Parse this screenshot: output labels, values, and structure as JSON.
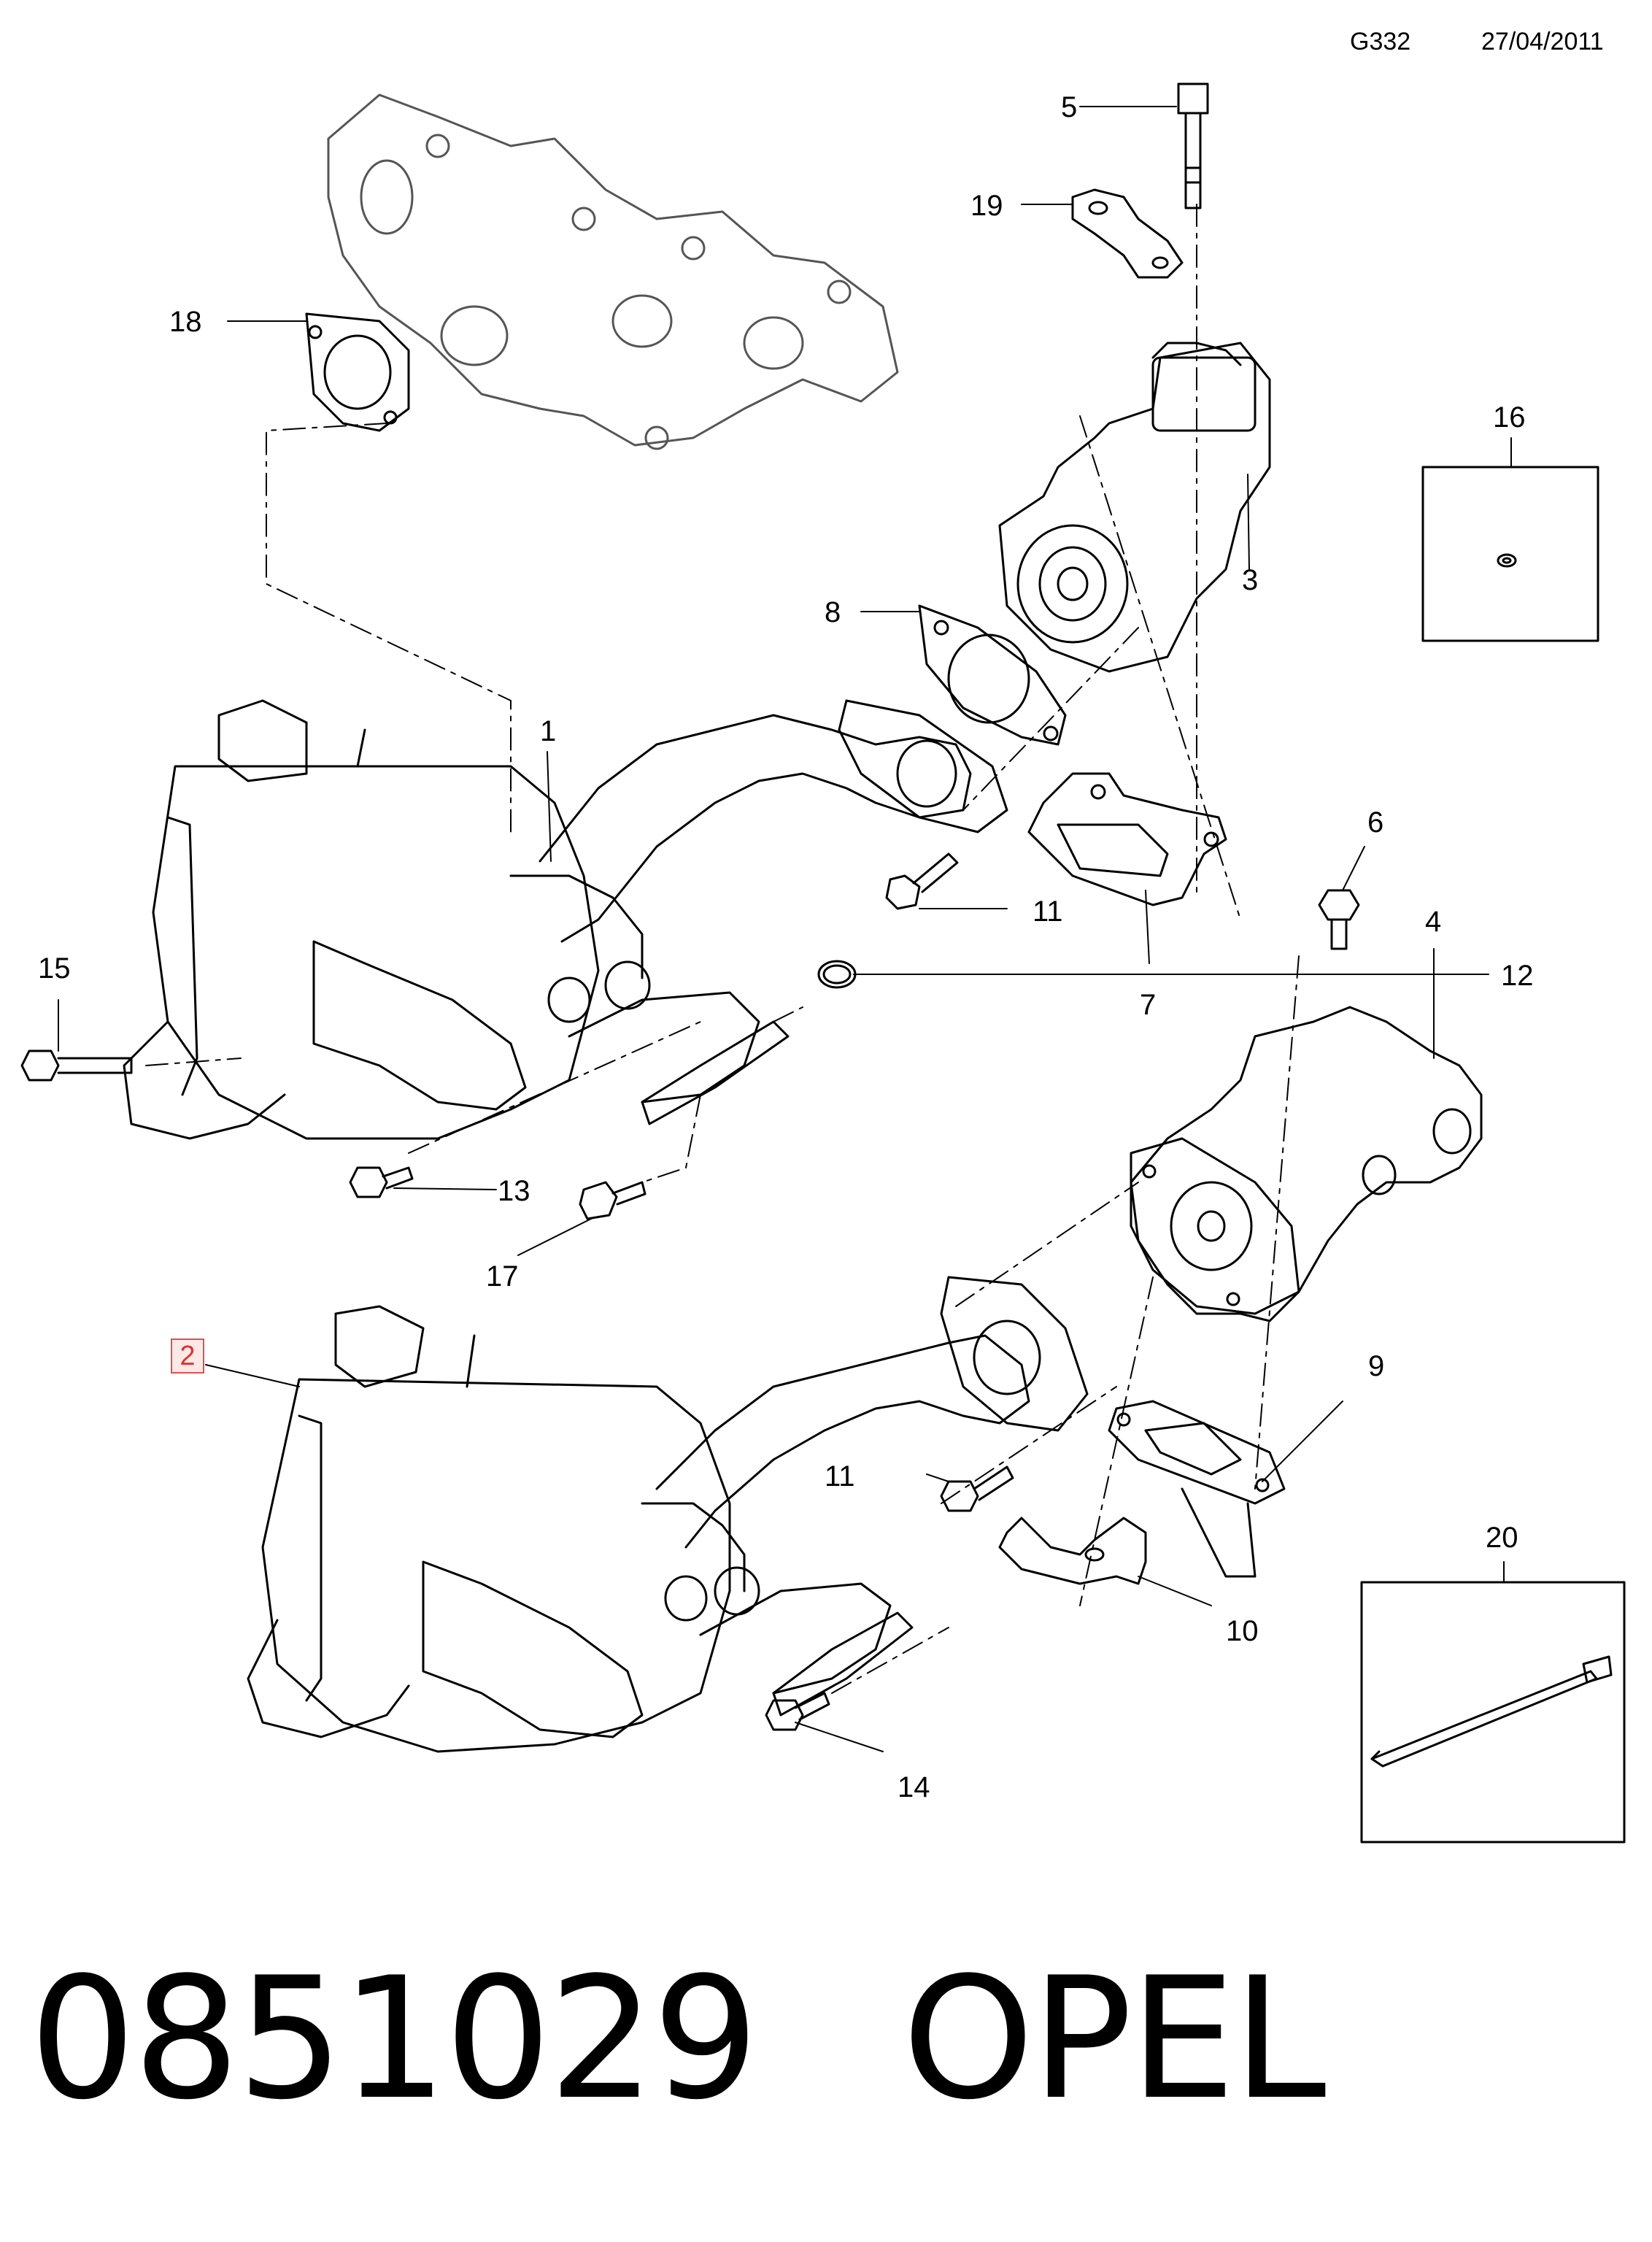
{
  "header": {
    "code": "G332",
    "date": "27/04/2011"
  },
  "callouts": {
    "c1": "1",
    "c2": "2",
    "c3": "3",
    "c4": "4",
    "c5": "5",
    "c6": "6",
    "c7": "7",
    "c8": "8",
    "c9": "9",
    "c10": "10",
    "c11a": "11",
    "c11b": "11",
    "c12": "12",
    "c13": "13",
    "c14": "14",
    "c15": "15",
    "c16": "16",
    "c17": "17",
    "c18": "18",
    "c19": "19",
    "c20": "20"
  },
  "footer": {
    "part_number": "0851029",
    "brand": "OPEL"
  }
}
